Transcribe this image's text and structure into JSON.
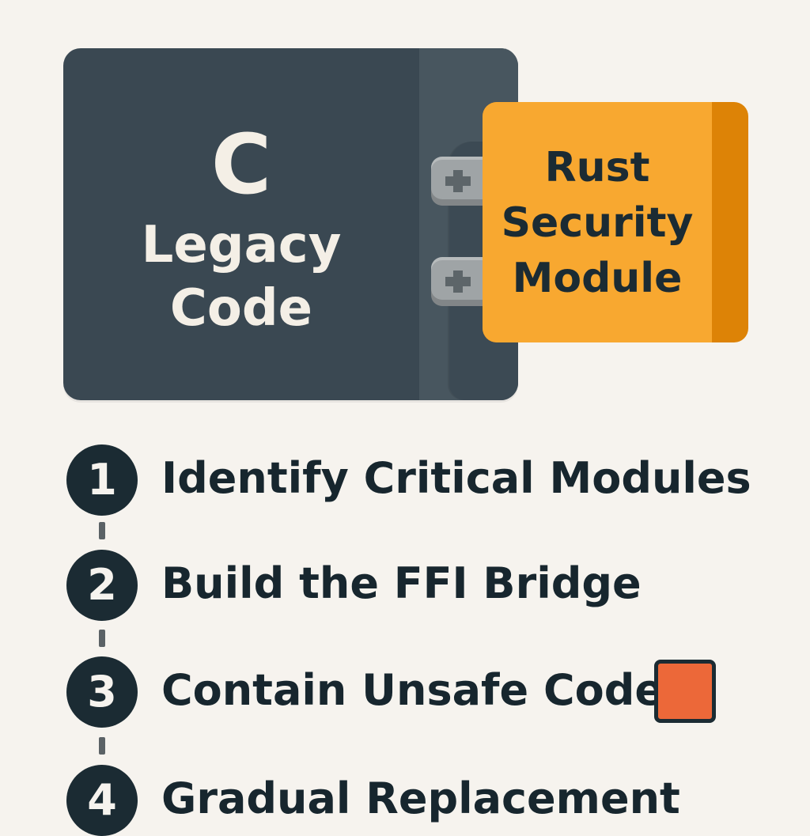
{
  "legacy": {
    "letter": "C",
    "line1": "Legacy",
    "line2": "Code"
  },
  "rust": {
    "line1": "Rust",
    "line2": "Security",
    "line3": "Module"
  },
  "steps": [
    {
      "number": "1",
      "label": "Identify Critical Modules"
    },
    {
      "number": "2",
      "label": "Build the FFI Bridge"
    },
    {
      "number": "3",
      "label": "Contain Unsafe Code"
    },
    {
      "number": "4",
      "label": "Gradual Replacement"
    }
  ],
  "colors": {
    "background": "#f6f3ee",
    "legacy": "#3a4852",
    "rust_face": "#f8a830",
    "rust_side": "#dd8306",
    "step_circle": "#1b2b33",
    "square_icon": "#ec6839"
  },
  "icons": {
    "plug": "plus-plug-icon",
    "square": "orange-square-icon"
  }
}
